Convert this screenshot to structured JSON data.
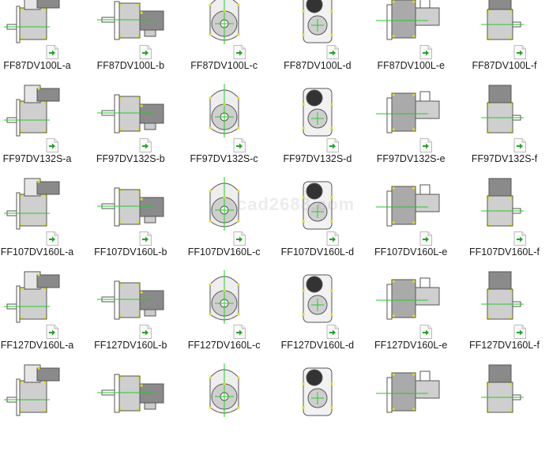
{
  "watermark": "cad2688.com",
  "colors": {
    "centerline": "#22cc22",
    "marker": "#e8e020",
    "body": "#cfcfcf",
    "outline": "#555555",
    "shortcut_arrow": "#1fa81f"
  },
  "shortcut_icon": "shortcut-arrow-icon",
  "rows": [
    {
      "items": [
        {
          "label": "FF87DV100L-a",
          "view": "a"
        },
        {
          "label": "FF87DV100L-b",
          "view": "b"
        },
        {
          "label": "FF87DV100L-c",
          "view": "c"
        },
        {
          "label": "FF87DV100L-d",
          "view": "d"
        },
        {
          "label": "FF87DV100L-e",
          "view": "e"
        },
        {
          "label": "FF87DV100L-f",
          "view": "f"
        }
      ]
    },
    {
      "items": [
        {
          "label": "FF97DV132S-a",
          "view": "a"
        },
        {
          "label": "FF97DV132S-b",
          "view": "b"
        },
        {
          "label": "FF97DV132S-c",
          "view": "c"
        },
        {
          "label": "FF97DV132S-d",
          "view": "d"
        },
        {
          "label": "FF97DV132S-e",
          "view": "e"
        },
        {
          "label": "FF97DV132S-f",
          "view": "f"
        }
      ]
    },
    {
      "items": [
        {
          "label": "FF107DV160L-a",
          "view": "a"
        },
        {
          "label": "FF107DV160L-b",
          "view": "b"
        },
        {
          "label": "FF107DV160L-c",
          "view": "c"
        },
        {
          "label": "FF107DV160L-d",
          "view": "d"
        },
        {
          "label": "FF107DV160L-e",
          "view": "e"
        },
        {
          "label": "FF107DV160L-f",
          "view": "f"
        }
      ]
    },
    {
      "items": [
        {
          "label": "FF127DV160L-a",
          "view": "a"
        },
        {
          "label": "FF127DV160L-b",
          "view": "b"
        },
        {
          "label": "FF127DV160L-c",
          "view": "c"
        },
        {
          "label": "FF127DV160L-d",
          "view": "d"
        },
        {
          "label": "FF127DV160L-e",
          "view": "e"
        },
        {
          "label": "FF127DV160L-f",
          "view": "f"
        }
      ]
    },
    {
      "items": [
        {
          "view": "a"
        },
        {
          "view": "b"
        },
        {
          "view": "c"
        },
        {
          "view": "d"
        },
        {
          "view": "e"
        },
        {
          "view": "f"
        }
      ]
    }
  ]
}
